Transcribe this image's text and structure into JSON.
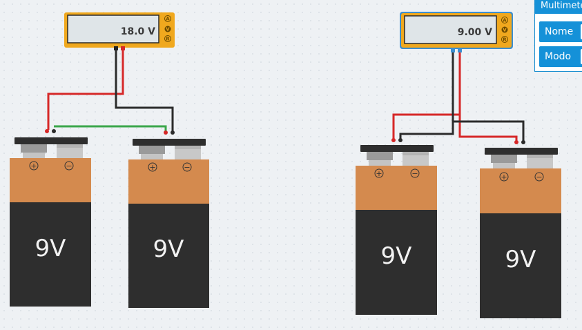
{
  "multimeters": [
    {
      "reading": "18.0 V",
      "modes": [
        "A",
        "V",
        "R"
      ]
    },
    {
      "reading": "9.00 V",
      "modes": [
        "A",
        "V",
        "R"
      ]
    }
  ],
  "batteries": [
    {
      "label": "9V",
      "plus": "+",
      "minus": "−"
    },
    {
      "label": "9V",
      "plus": "+",
      "minus": "−"
    },
    {
      "label": "9V",
      "plus": "+",
      "minus": "−"
    },
    {
      "label": "9V",
      "plus": "+",
      "minus": "−"
    }
  ],
  "inspector": {
    "title": "Multimeter",
    "rows": [
      {
        "label": "Nome"
      },
      {
        "label": "Modo"
      }
    ]
  },
  "colors": {
    "meter_body": "#f0a81e",
    "meter_selected_outline": "#3b8ed0",
    "battery_top": "#d48a4e",
    "battery_bottom": "#2e2e2e",
    "wire_red": "#d62828",
    "wire_black": "#2b2b2b",
    "wire_green": "#3aa64a"
  }
}
